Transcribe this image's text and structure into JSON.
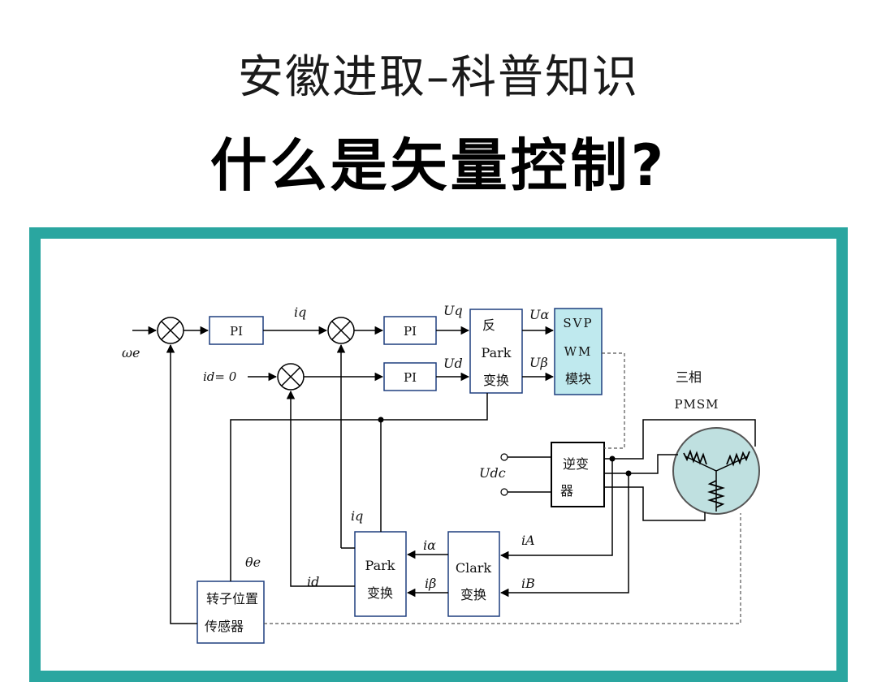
{
  "header": {
    "title": "安徽进取–科普知识",
    "subtitle": "什么是矢量控制?"
  },
  "colors": {
    "frame": "#2aa6a0",
    "svpwm_fill": "#bfe9ee",
    "motor_fill": "#bfe0e0"
  },
  "diagram": {
    "inputs": {
      "omega_e": "ωe",
      "id_ref": "id= 0",
      "udc": "Udc"
    },
    "blocks": {
      "pi_speed": "PI",
      "pi_q": "PI",
      "pi_d": "PI",
      "inv_park_l1": "反",
      "inv_park_l2": "Park",
      "inv_park_l3": "变换",
      "svpwm_l1": "SVP",
      "svpwm_l2": "WM",
      "svpwm_l3": "模块",
      "inverter_l1": "逆变",
      "inverter_l2": "器",
      "park_l1": "Park",
      "park_l2": "变换",
      "clark_l1": "Clark",
      "clark_l2": "变换",
      "sensor_l1": "转子位置",
      "sensor_l2": "传感器",
      "motor_l1": "三相",
      "motor_l2": "PMSM"
    },
    "signals": {
      "iq_ref": "iq",
      "uq": "Uq",
      "ud": "Ud",
      "ualpha": "Uα",
      "ubeta": "Uβ",
      "iq_fb": "iq",
      "id_fb": "id",
      "theta_e": "θe",
      "ialpha": "iα",
      "ibeta": "iβ",
      "ia": "iA",
      "ib": "iB"
    }
  }
}
